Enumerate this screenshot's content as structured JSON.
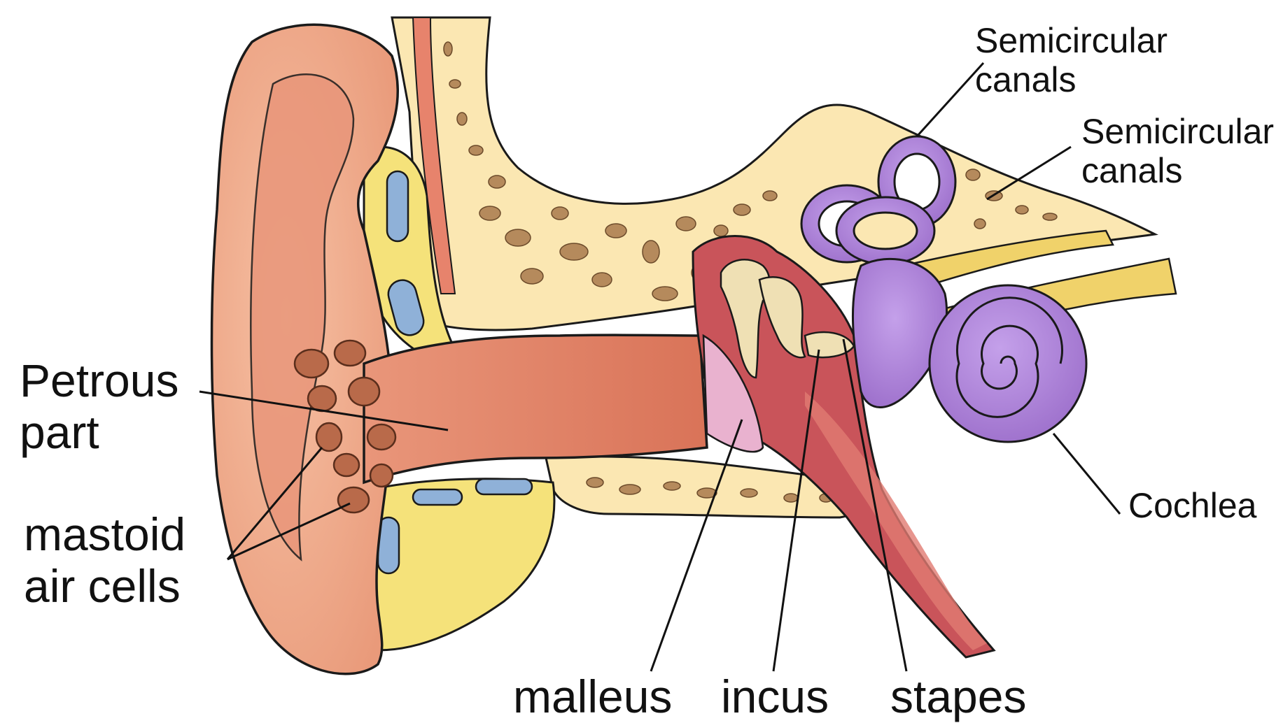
{
  "labels": {
    "petrous": {
      "line1": "Petrous",
      "line2": "part"
    },
    "mastoid": {
      "line1": "mastoid",
      "line2": "air cells"
    },
    "semicircular_top": {
      "line1": "Semicircular",
      "line2": "canals"
    },
    "semicircular_right": {
      "line1": "Semicircular",
      "line2": "canals"
    },
    "cochlea": "Cochlea",
    "malleus": "malleus",
    "incus": "incus",
    "stapes": "stapes"
  },
  "colors": {
    "skin": "#f0a98a",
    "skin_dark": "#d98466",
    "canal": "#e38c6c",
    "bone": "#fbe7b2",
    "bone_spots": "#b58a5c",
    "fat": "#f5e27a",
    "vessel": "#8fb1d8",
    "middle_ear": "#c9545a",
    "ossicles": "#efe0b4",
    "inner_ear": "#a67ad4",
    "nerve": "#f0d26a",
    "eardrum": "#e9b2cf",
    "outline": "#1a1a1a"
  }
}
